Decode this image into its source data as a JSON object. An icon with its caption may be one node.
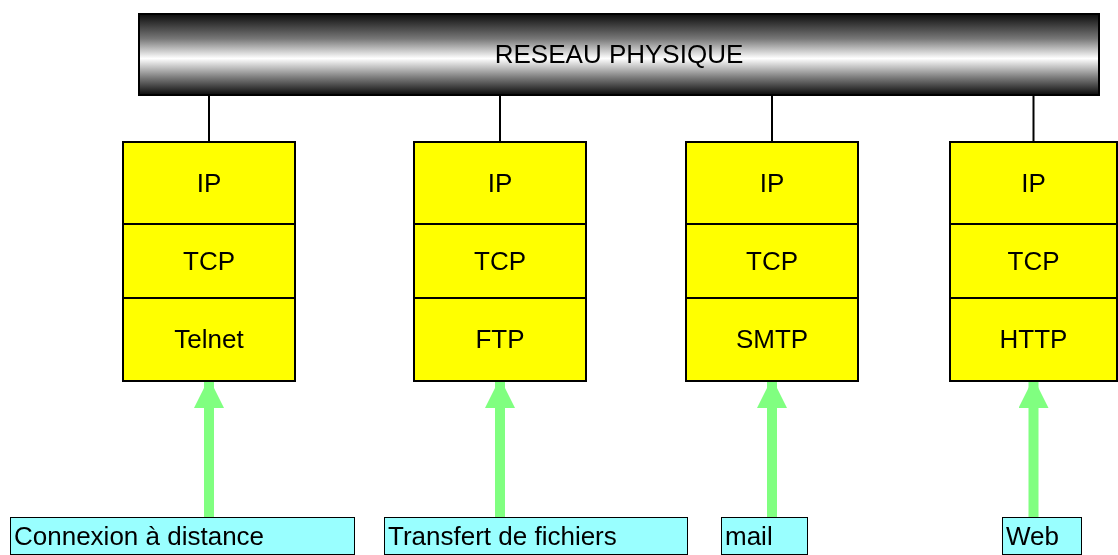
{
  "diagram": {
    "nodes": [
      {
        "text": [
          "RESEAU PHYSIQUE"
        ]
      },
      {
        "text": [
          "IP"
        ]
      },
      {
        "text": [
          "TCP"
        ]
      },
      {
        "text": [
          "Telnet"
        ]
      },
      {
        "text": [
          "IP"
        ]
      },
      {
        "text": [
          "TCP"
        ]
      },
      {
        "text": [
          "FTP"
        ]
      },
      {
        "text": [
          "IP"
        ]
      },
      {
        "text": [
          "TCP"
        ]
      },
      {
        "text": [
          "SMTP"
        ]
      },
      {
        "text": [
          "IP"
        ]
      },
      {
        "text": [
          "TCP"
        ]
      },
      {
        "text": [
          "HTTP"
        ]
      },
      {
        "text": [
          "Connexion à distance"
        ]
      },
      {
        "text": [
          "Transfert de fichiers"
        ]
      },
      {
        "text": [
          "mail"
        ]
      },
      {
        "text": [
          "Web"
        ]
      }
    ],
    "edges": [
      {
        "from": 0,
        "to": 1,
        "arrow": "none"
      },
      {
        "from": 0,
        "to": 4,
        "arrow": "none"
      },
      {
        "from": 0,
        "to": 7,
        "arrow": "none"
      },
      {
        "from": 0,
        "to": 10,
        "arrow": "none"
      },
      {
        "from": 13,
        "to": 3,
        "arrow": "to",
        "style": "thick",
        "color": "#80ff80"
      },
      {
        "from": 14,
        "to": 6,
        "arrow": "to",
        "style": "thick",
        "color": "#80ff80"
      },
      {
        "from": 15,
        "to": 9,
        "arrow": "to",
        "style": "thick",
        "color": "#80ff80"
      },
      {
        "from": 16,
        "to": 12,
        "arrow": "to",
        "style": "thick",
        "color": "#80ff80"
      }
    ]
  }
}
